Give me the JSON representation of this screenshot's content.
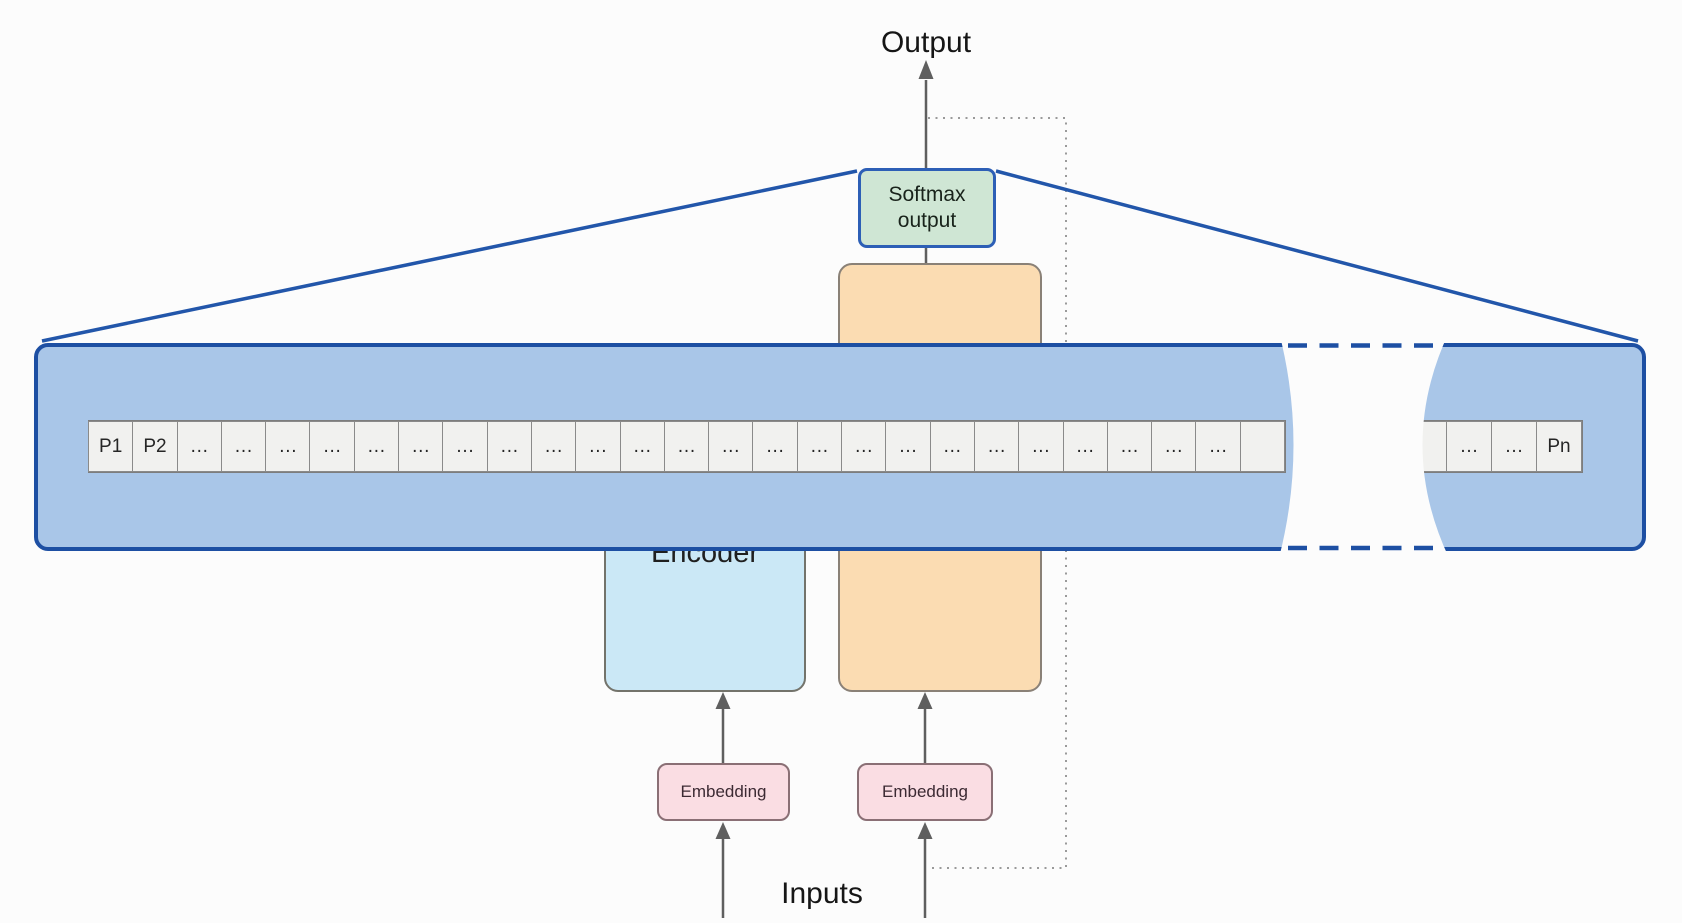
{
  "diagram": {
    "output_label": "Output",
    "inputs_label": "Inputs",
    "encoder_label": "Encoder",
    "softmax_box": {
      "line1": "Softmax",
      "line2": "output"
    },
    "embedding_left": "Embedding",
    "embedding_right": "Embedding",
    "sequence": {
      "cells_before_break": [
        "P1",
        "P2",
        "…",
        "…",
        "…",
        "…",
        "…",
        "…",
        "…",
        "…",
        "…",
        "…",
        "…",
        "…",
        "…",
        "…",
        "…",
        "…",
        "…",
        "…",
        "…",
        "…",
        "…",
        "…",
        "…",
        "…",
        ""
      ],
      "cells_after_break": [
        "",
        "…",
        "…",
        "Pn"
      ]
    },
    "colors": {
      "background": "#fcfcfc",
      "zoom_panel_fill": "#a9c6e8",
      "zoom_panel_border": "#1d4fa3",
      "zoom_callout_line": "#2256aa",
      "softmax_fill": "#cfe6d4",
      "softmax_border": "#2d5fb6",
      "decoder_fill": "#fbdcb2",
      "encoder_fill": "#cbe8f6",
      "embedding_fill": "#fadde3",
      "cell_fill": "#f1f1ef",
      "arrow_gray": "#5f5f5f",
      "dotted_connector_gray": "#9a9a9a"
    }
  }
}
